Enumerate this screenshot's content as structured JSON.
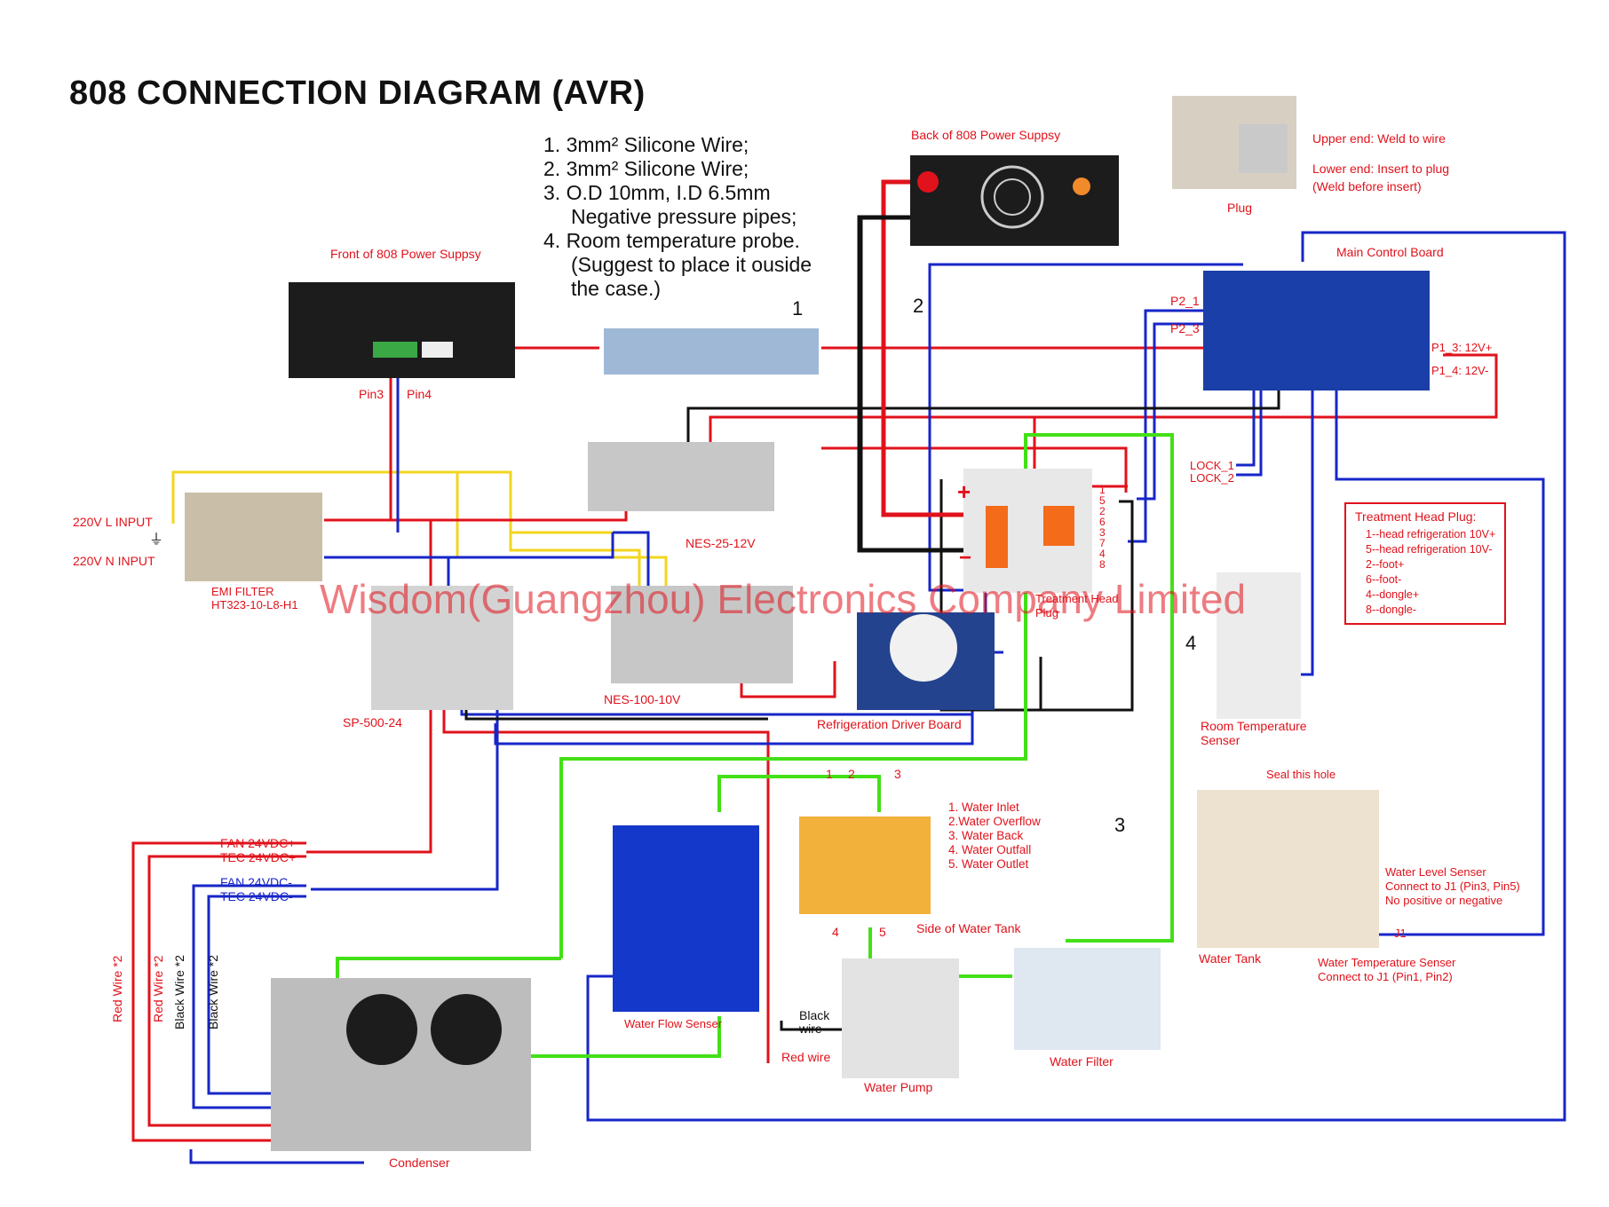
{
  "title": "808 CONNECTION DIAGRAM (AVR)",
  "notes": [
    "1. 3mm² Silicone Wire;",
    "2. 3mm² Silicone Wire;",
    "3. O.D 10mm, I.D 6.5mm",
    "Negative pressure pipes;",
    "4. Room temperature probe.",
    "(Suggest to place it ouside",
    "the case.)"
  ],
  "labels": {
    "back_power": "Back of 808 Power Suppsy",
    "front_power": "Front of 808 Power Suppsy",
    "pin3": "Pin3",
    "pin4": "Pin4",
    "upper_end": "Upper end: Weld to wire",
    "lower_end": "Lower end: Insert to plug",
    "weld_before": "(Weld before insert)",
    "plug": "Plug",
    "main_board": "Main Control Board",
    "p2_1": "P2_1",
    "p2_3": "P2_3",
    "p1_3": "P1_3: 12V+",
    "p1_4": "P1_4: 12V-",
    "lock_1": "LOCK_1",
    "lock_2": "LOCK_2",
    "l_input": "220V L INPUT",
    "n_input": "220V N INPUT",
    "emi_filter": "EMI FILTER",
    "emi_model": "HT323-10-L8-H1",
    "nes25": "NES-25-12V",
    "nes100": "NES-100-10V",
    "sp500": "SP-500-24",
    "treatment_head_plug": "Treatment Head",
    "treatment_head_plug2": "Plug",
    "refrig_board": "Refrigeration Driver Board",
    "room_temp": "Room Temperature",
    "room_temp2": "Senser",
    "seal_hole": "Seal this hole",
    "water_level": "Water Level Senser",
    "water_level2": "Connect to J1 (Pin3, Pin5)",
    "water_level3": "No positive or negative",
    "j1": "J1",
    "water_tank": "Water Tank",
    "water_temp": "Water Temperature Senser",
    "water_temp2": "Connect to J1 (Pin1, Pin2)",
    "fan_pos": "FAN 24VDC+",
    "tec_pos": "TEC 24VDC+",
    "fan_neg": "FAN 24VDC-",
    "tec_neg": "TEC 24VDC-",
    "red_wire_2a": "Red Wire *2",
    "red_wire_2b": "Red Wire *2",
    "black_wire_2a": "Black Wire *2",
    "black_wire_2b": "Black Wire *2",
    "condenser": "Condenser",
    "water_flow": "Water Flow Senser",
    "black_wire": "Black",
    "black_wire2": "wire",
    "red_wire": "Red wire",
    "water_pump": "Water Pump",
    "water_filter": "Water Filter",
    "side_tank": "Side of Water Tank",
    "tank_list": [
      "1. Water Inlet",
      "2.Water Overflow",
      "3. Water Back",
      "4. Water Outfall",
      "5. Water Outlet"
    ],
    "port_1": "1",
    "port_2": "2",
    "port_3": "3",
    "port_4": "4",
    "port_5": "5",
    "arrow_1": "1",
    "arrow_2": "2",
    "arrow_3": "3",
    "arrow_4": "4",
    "plus": "+",
    "minus": "−",
    "ground_sym": "⏚"
  },
  "treatment_head": {
    "title": "Treatment Head Plug:",
    "items": [
      "1--head refrigeration 10V+",
      "5--head refrigeration 10V-",
      "2--foot+",
      "6--foot-",
      "4--dongle+",
      "8--dongle-"
    ]
  },
  "plug_pins": [
    "1",
    "5",
    "2",
    "6",
    "3",
    "7",
    "4",
    "8"
  ],
  "watermark": "Wisdom(Guangzhou) Electronics Company Limited",
  "colors": {
    "red": "#e0121b",
    "blue": "#1726c8",
    "green": "#43e017",
    "yellow": "#f2d51e",
    "black": "#111111"
  }
}
